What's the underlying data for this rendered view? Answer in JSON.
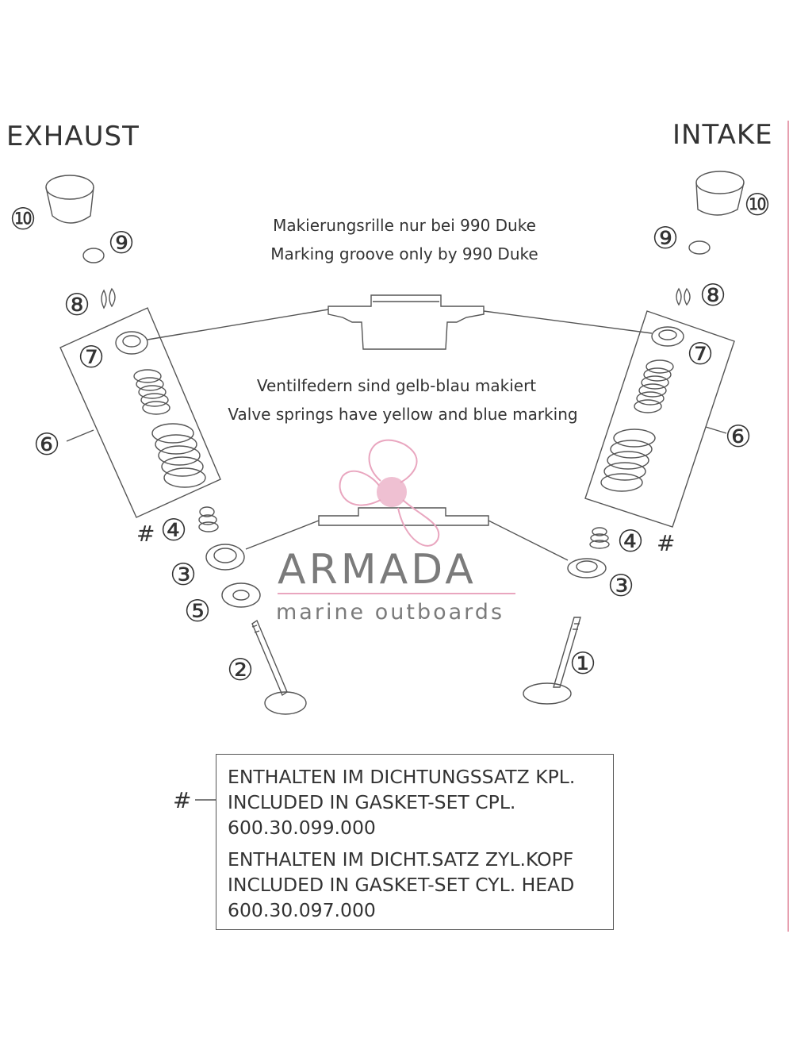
{
  "titles": {
    "exhaust": "EXHAUST",
    "intake": "INTAKE"
  },
  "notes": {
    "marking_groove_de": "Makierungsrille nur bei 990 Duke",
    "marking_groove_en": "Marking groove only by 990 Duke",
    "springs_de": "Ventilfedern sind gelb-blau makiert",
    "springs_en": "Valve springs have yellow and blue marking"
  },
  "callouts": {
    "exhaust": [
      "⑩",
      "⑨",
      "⑧",
      "⑦",
      "⑥",
      "④",
      "③",
      "⑤",
      "②"
    ],
    "intake": [
      "⑩",
      "⑨",
      "⑧",
      "⑦",
      "⑥",
      "④",
      "③",
      "①"
    ]
  },
  "hash_mark": "#",
  "legend": {
    "marker": "#",
    "group1": [
      "ENTHALTEN IM DICHTUNGSSATZ KPL.",
      "INCLUDED IN GASKET-SET CPL.",
      "600.30.099.000"
    ],
    "group2": [
      "ENTHALTEN IM DICHT.SATZ ZYL.KOPF",
      "INCLUDED IN GASKET-SET CYL. HEAD",
      "600.30.097.000"
    ]
  },
  "watermark": {
    "word": "ARMADA",
    "sub": "marine outboards",
    "color": "#e9a6bf"
  }
}
